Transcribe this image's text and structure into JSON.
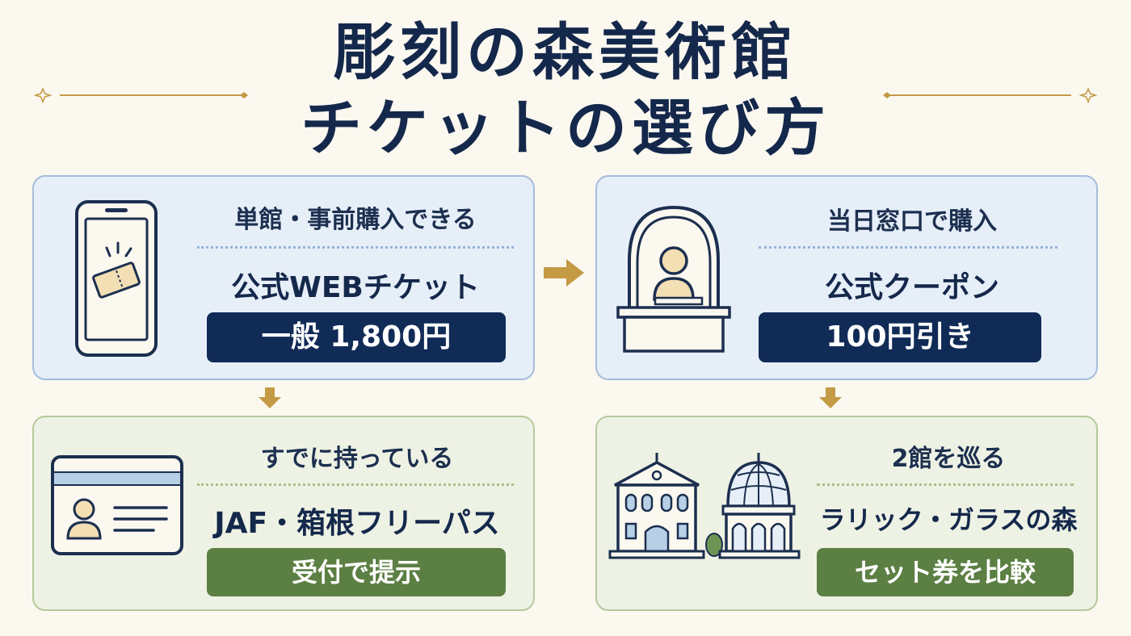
{
  "title": {
    "line1": "彫刻の森美術館",
    "line2": "チケットの選び方"
  },
  "colors": {
    "navy": "#112b57",
    "green": "#5c7f43",
    "gold": "#c49a44",
    "blue_panel": "#e6eef8",
    "green_panel": "#eef2e4"
  },
  "cards": [
    {
      "icon": "smartphone-ticket-icon",
      "top": "単館・事前購入できる",
      "main": "公式WEBチケット",
      "pill": "一般 1,800円"
    },
    {
      "icon": "ticket-counter-icon",
      "top": "当日窓口で購入",
      "main": "公式クーポン",
      "pill": "100円引き"
    },
    {
      "icon": "membership-card-icon",
      "top": "すでに持っている",
      "main": "JAF・箱根フリーパス",
      "pill": "受付で提示"
    },
    {
      "icon": "museum-buildings-icon",
      "top": "2館を巡る",
      "main": "ラリック・ガラスの森",
      "pill": "セット券を比較"
    }
  ]
}
